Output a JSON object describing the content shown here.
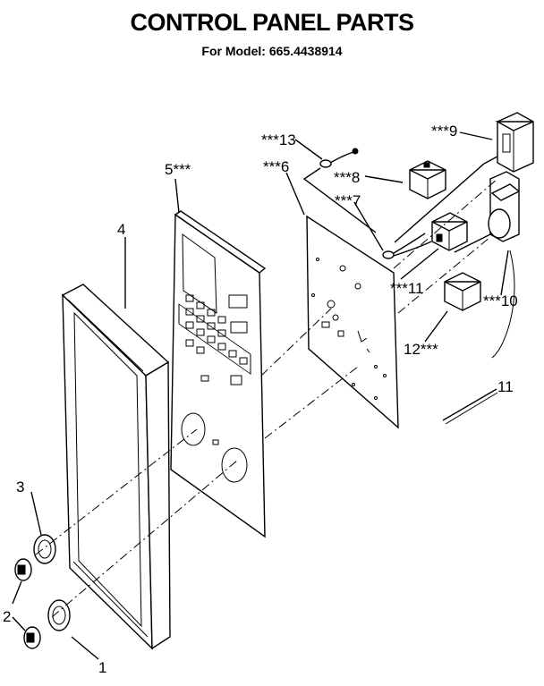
{
  "header": {
    "title": "CONTROL PANEL PARTS",
    "subtitle": "For Model: 665.4438914"
  },
  "callouts": {
    "c1": "1",
    "c2": "2",
    "c3": "3",
    "c4": "4",
    "c5": "5***",
    "c6": "***6",
    "c7": "***7",
    "c8": "***8",
    "c9": "***9",
    "c10": "***10",
    "c11": "***11",
    "c12": "12***",
    "c13": "***13",
    "c14": "11"
  }
}
